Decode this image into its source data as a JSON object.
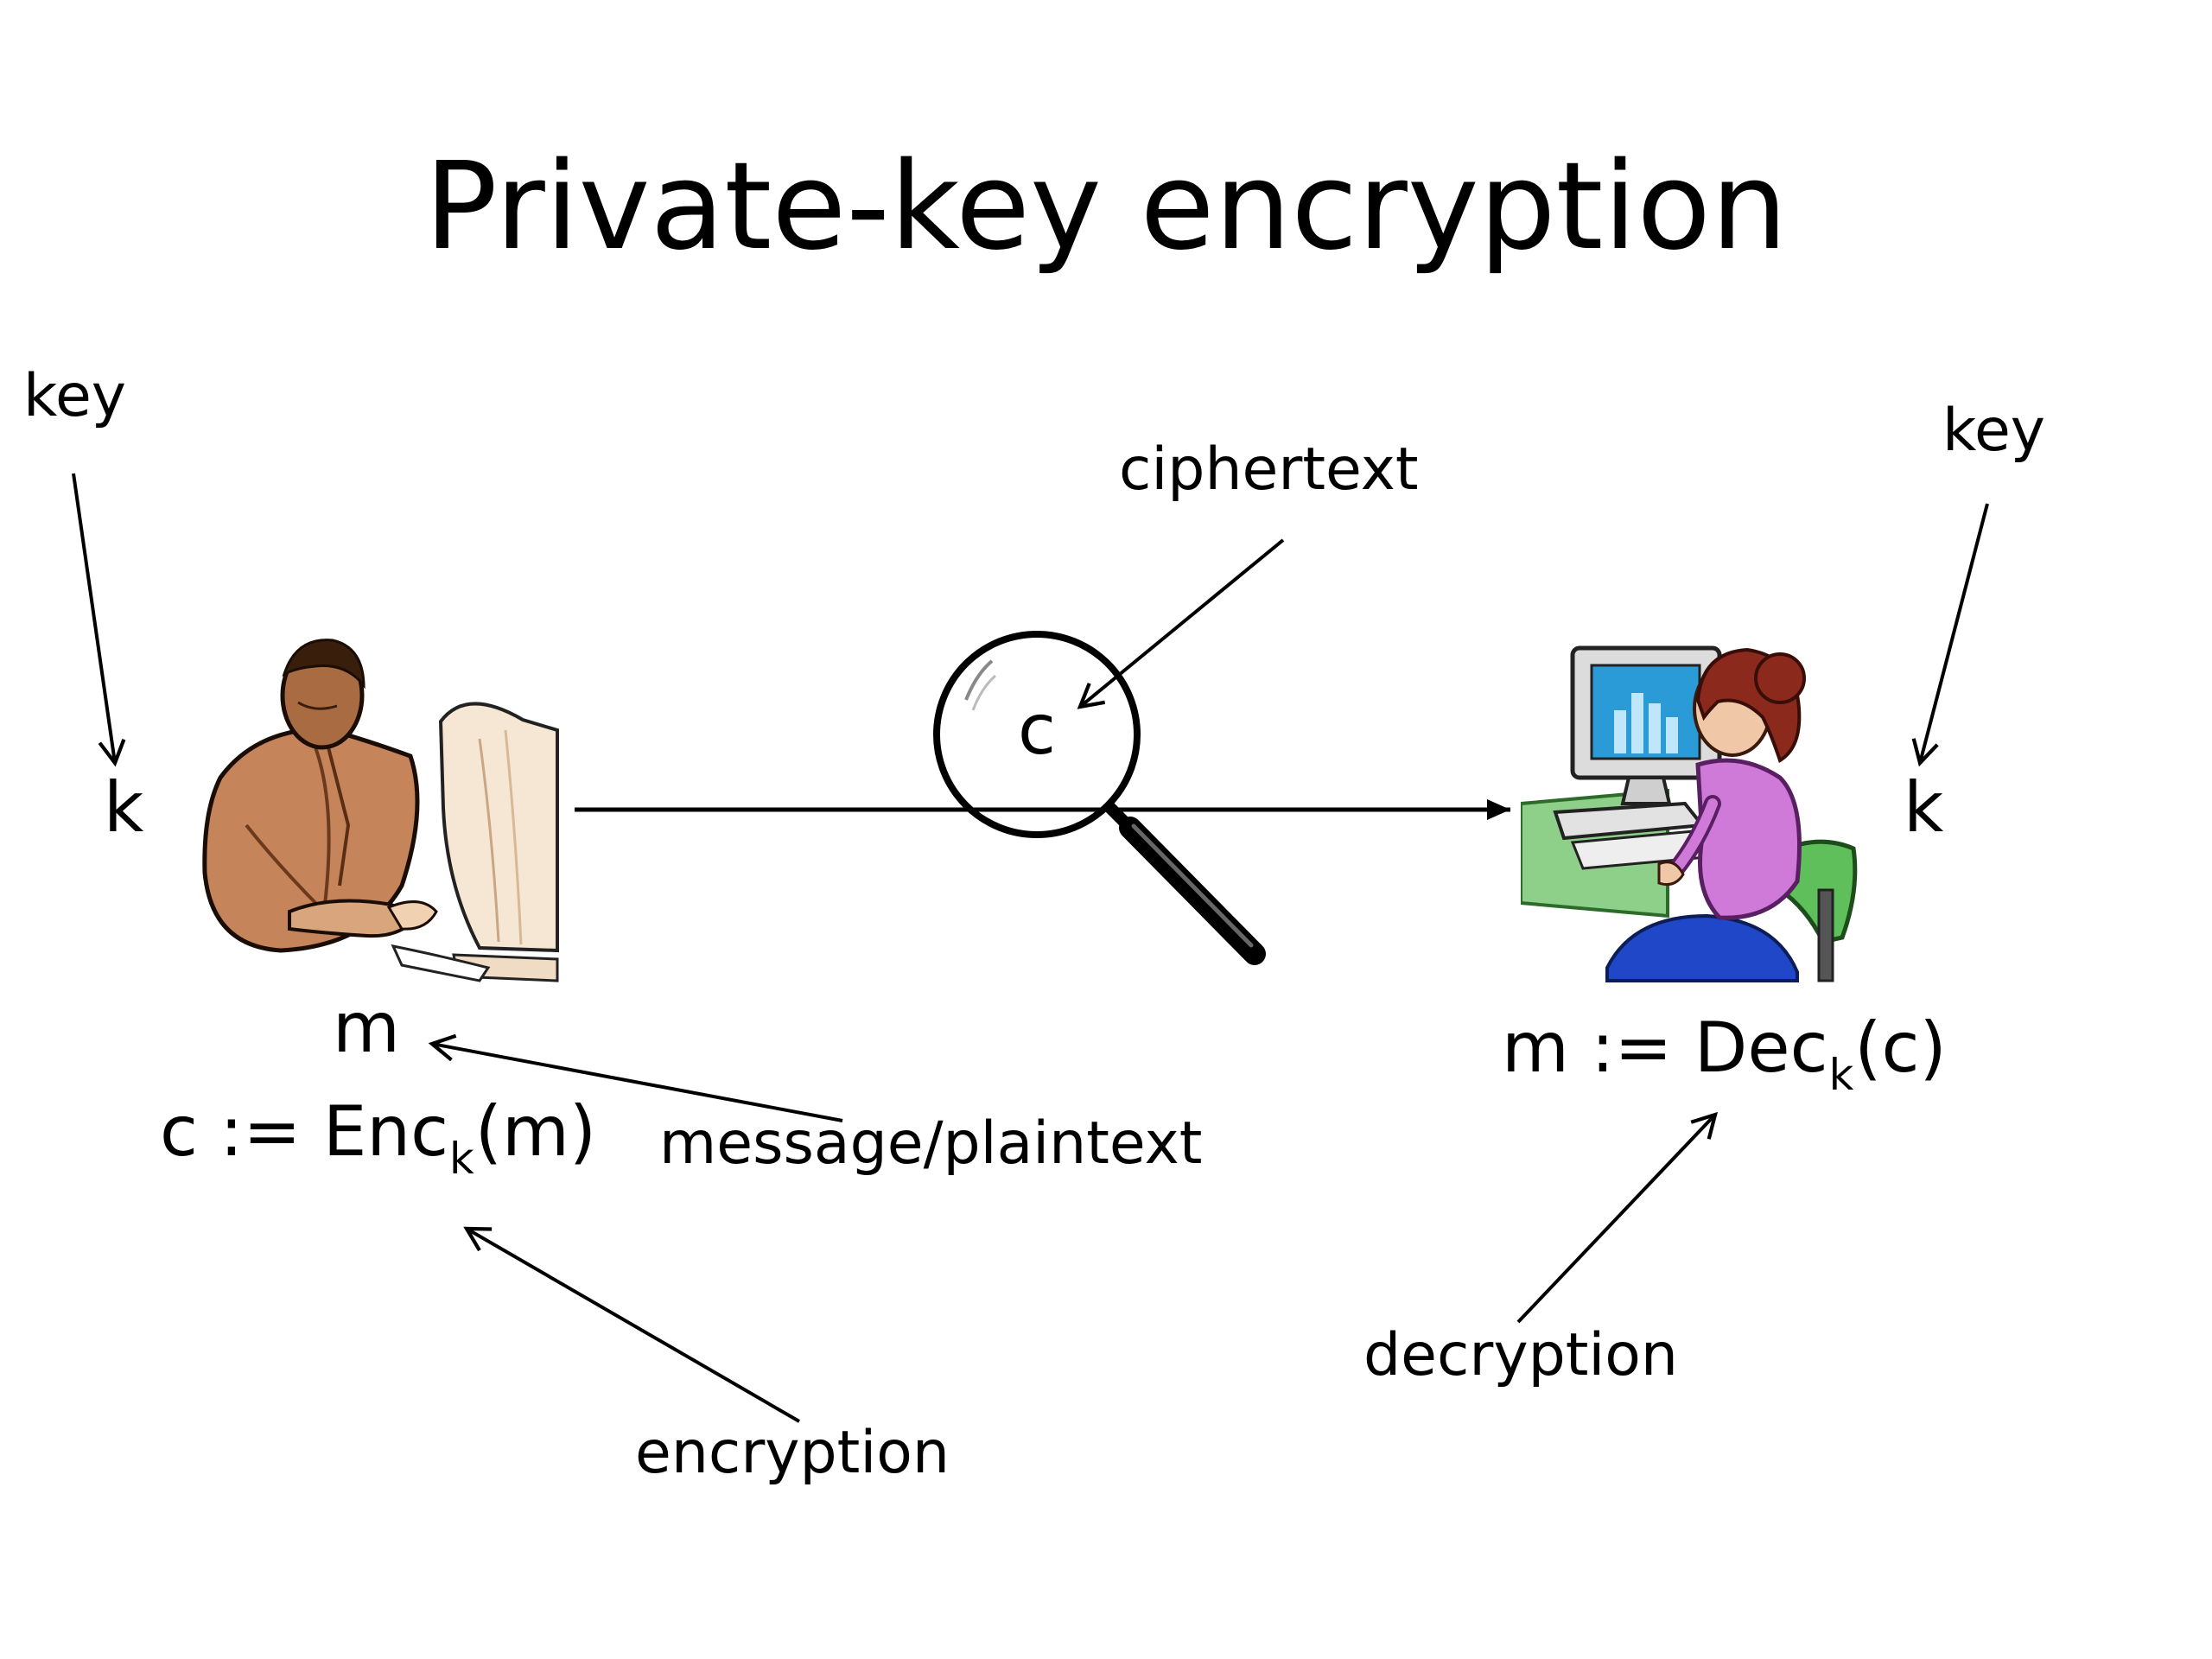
{
  "slide": {
    "title": "Private-key encryption"
  },
  "labels": {
    "key_left": "key",
    "key_right": "key",
    "k_left": "k",
    "k_right": "k",
    "ciphertext": "ciphertext",
    "c_in_lens": "c",
    "m_left": "m",
    "message_plaintext": "message/plaintext",
    "encryption": "encryption",
    "decryption": "decryption"
  },
  "formulas": {
    "enc": {
      "pre": "c := Enc",
      "sub": "k",
      "post": "(m)"
    },
    "dec": {
      "pre": "m := Dec",
      "sub": "k",
      "post": "(c)"
    }
  },
  "illustrations": {
    "sender": "man-at-computer-icon",
    "receiver": "woman-at-computer-icon",
    "magnifier": "magnifying-glass-icon"
  }
}
